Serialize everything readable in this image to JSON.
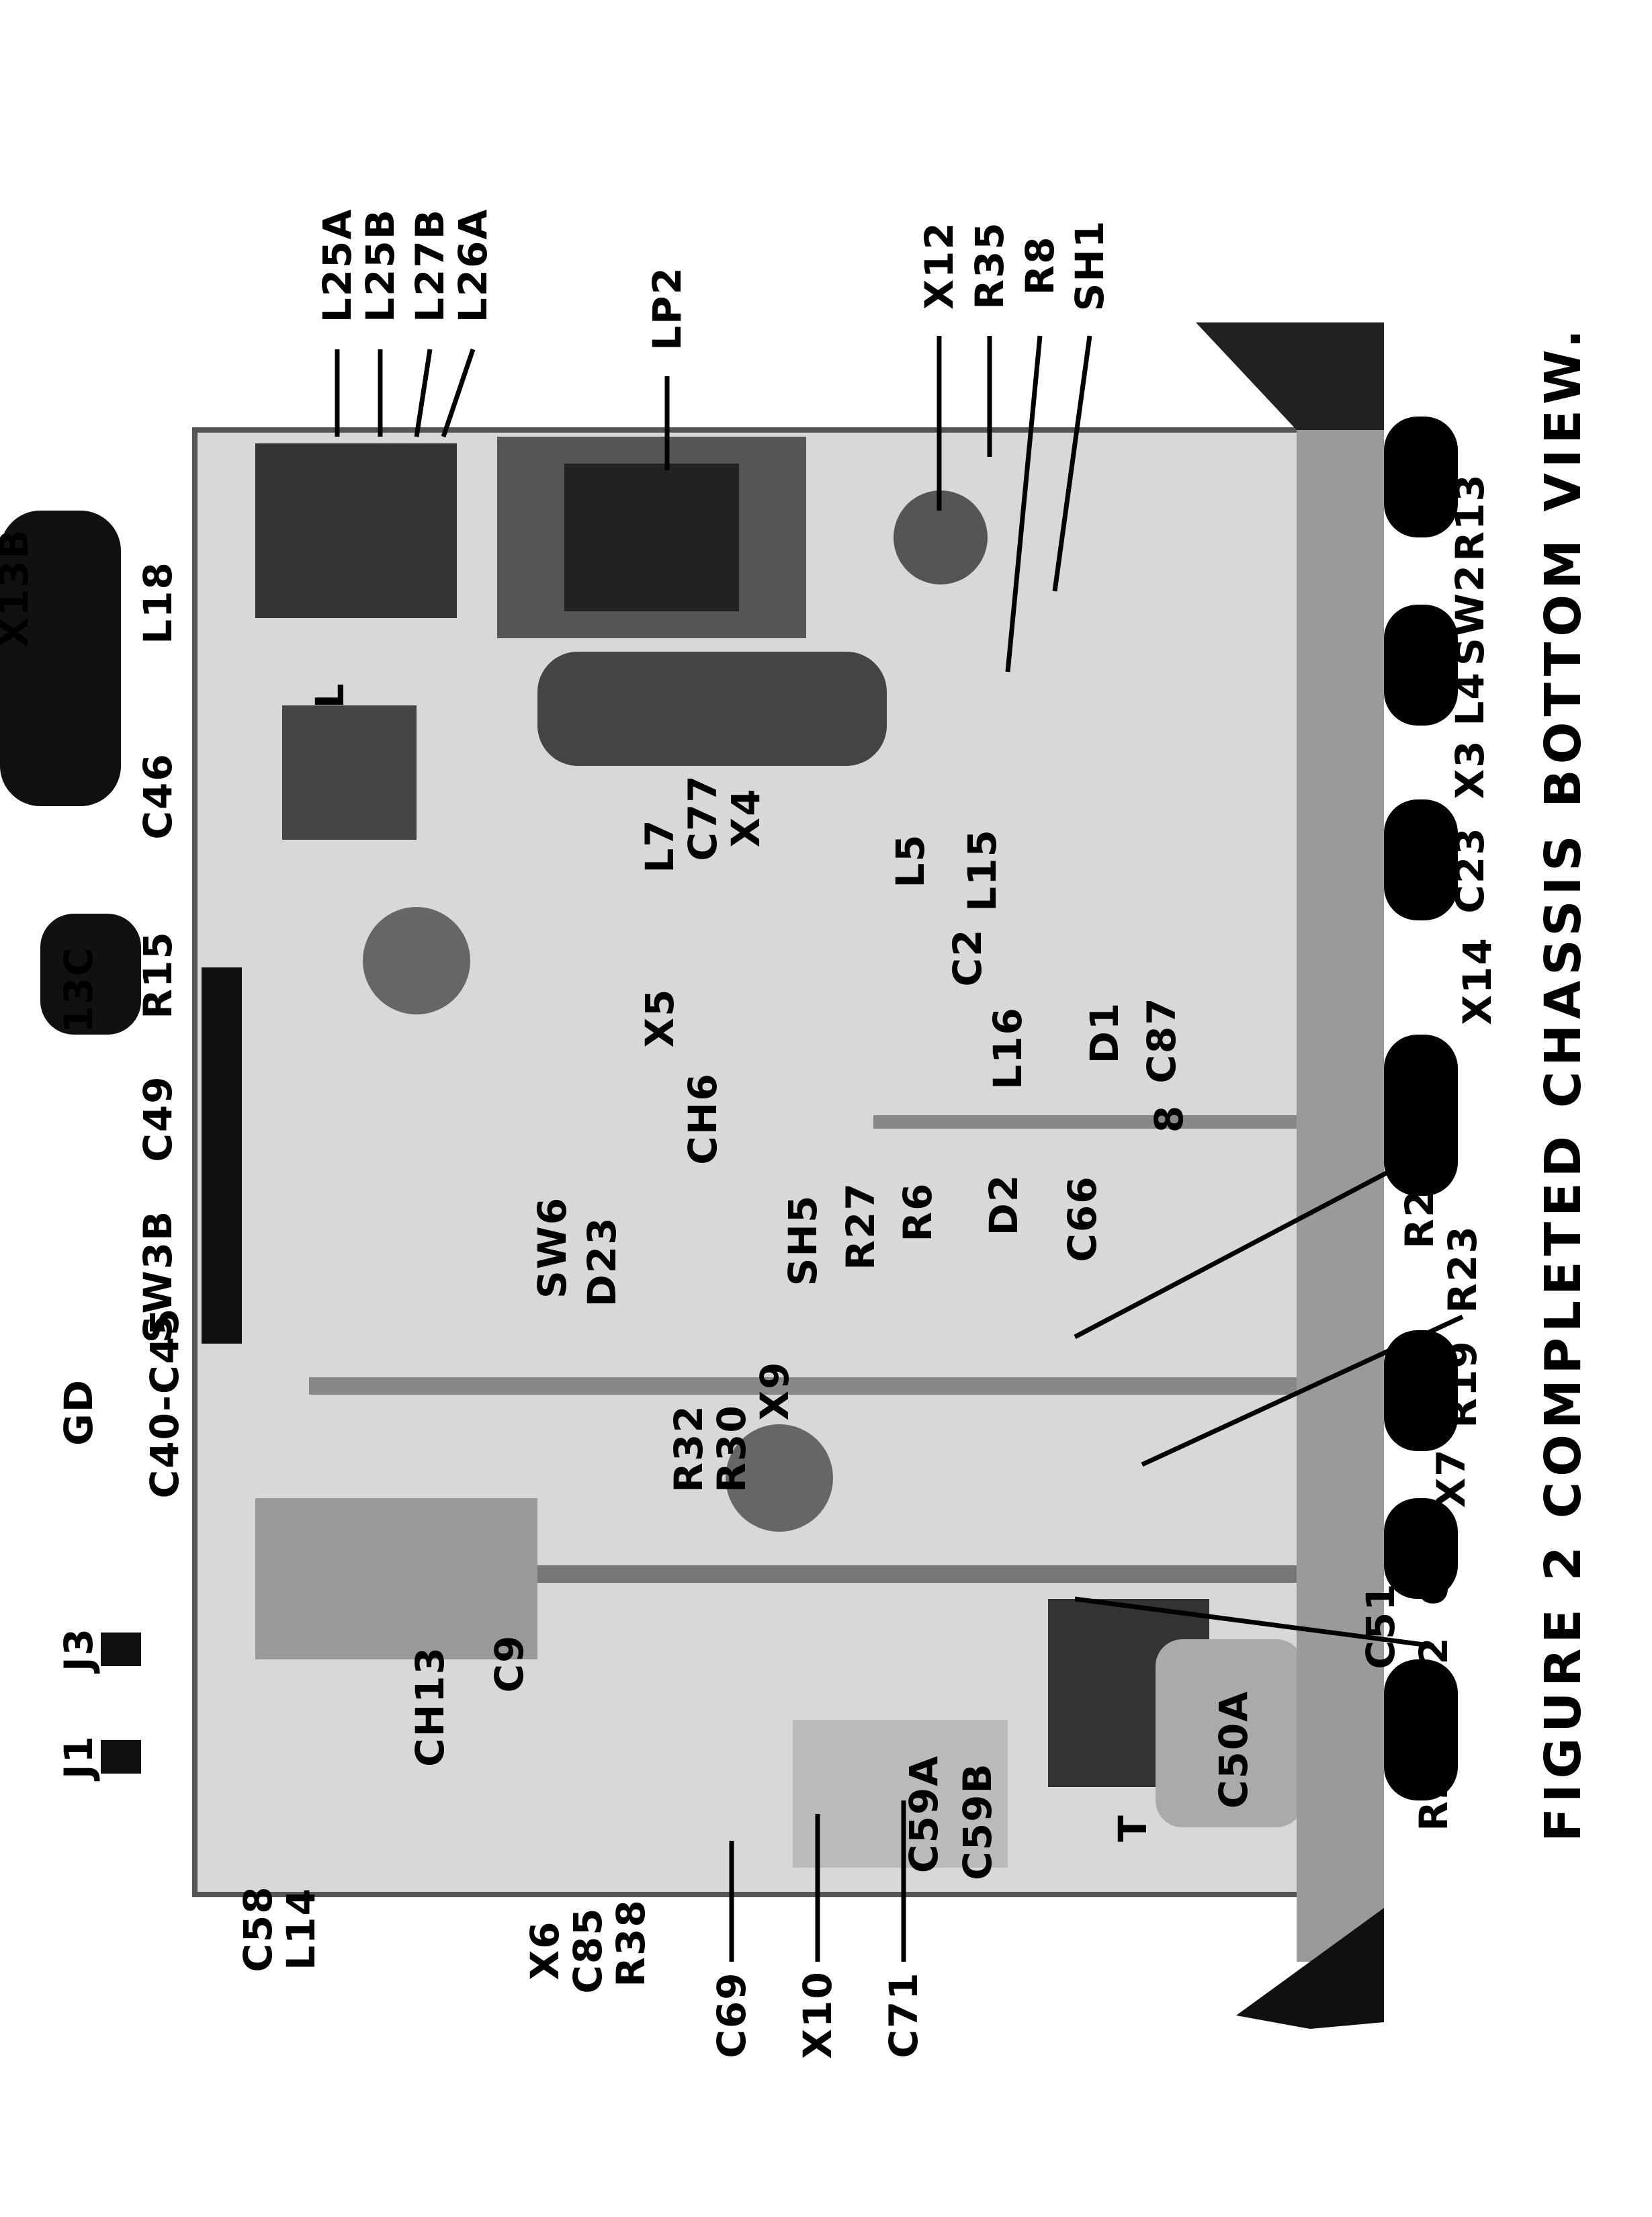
{
  "caption": "FIGURE 2   COMPLETED CHASSIS BOTTOM VIEW.",
  "labels": {
    "x13b": "X13B",
    "i3c": "13C",
    "l18": "L18",
    "c46": "C46",
    "r15": "R15",
    "c49": "C49",
    "sw3b": "SW3B",
    "c40_c45": "C40-C45",
    "gd": "GD",
    "j3": "J3",
    "j1": "J1",
    "c58": "C58",
    "l14": "L14",
    "x6": "X6",
    "c85": "C85",
    "r38": "R38",
    "c69": "C69",
    "x10": "X10",
    "c71": "C71",
    "ch13": "CH13",
    "c9": "C9",
    "l25a": "L25A",
    "l25b": "L25B",
    "l27b": "L27B",
    "l26a": "L26A",
    "lp2": "LP2",
    "l": "L",
    "l7": "L7",
    "c77": "C77",
    "x4": "X4",
    "x5": "X5",
    "ch6": "CH6",
    "d23": "D23",
    "sw6": "SW6",
    "r32": "R32",
    "r30": "R30",
    "x9": "X9",
    "sh5": "SH5",
    "r27": "R27",
    "x12": "X12",
    "r35": "R35",
    "r8": "R8",
    "sh1": "SH1",
    "l5": "L5",
    "l15": "L15",
    "c2": "C2",
    "l16": "L16",
    "d1": "D1",
    "c87": "C87",
    "n8": "8",
    "d2": "D2",
    "r6": "R6",
    "c66": "C66",
    "r20": "R20",
    "r23": "R23",
    "r19": "R19",
    "x7": "X7",
    "c57": "C57",
    "c51": "C51",
    "c52": "C52",
    "r21": "R21",
    "r13": "R13",
    "sw2": "SW2",
    "l4": "L4",
    "x3": "X3",
    "c23": "C23",
    "x14": "X14",
    "c59a": "C59A",
    "c59b": "C59B",
    "t": "T",
    "c50a": "C50A"
  }
}
